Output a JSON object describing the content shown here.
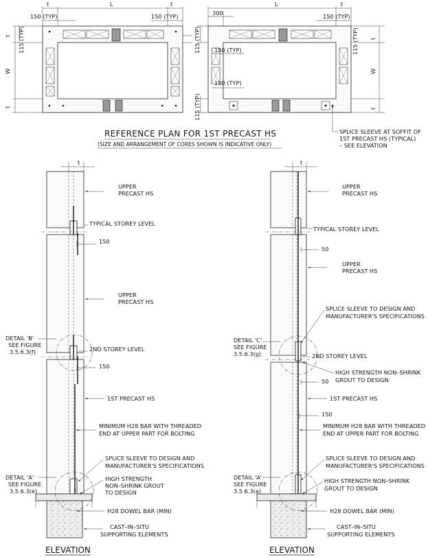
{
  "plan": {
    "title": "REFERENCE PLAN FOR 1ST PRECAST HS",
    "subtitle": "(SIZE AND ARRANGEMENT OF CORES SHOWN IS INDICATIVE ONLY)",
    "left": {
      "dim_t_top": "t",
      "dim_L": "L",
      "dim_150_typ_left": "150 (TYP)",
      "dim_150_typ_right": "150 (TYP)",
      "dim_t_right": "t",
      "dim_115_typ": "115 (TYP)",
      "dim_t_left": "t",
      "dim_W": "W",
      "dim_t_bottom": "t"
    },
    "right": {
      "dim_300": "300",
      "dim_L": "L",
      "dim_t_top": "t",
      "dim_150_typ_top": "150 (TYP)",
      "dim_115_typ_left": "115 (TYP)",
      "dim_115_typ_right": "115 (TYP)",
      "dim_150_typ_mid": "150 (TYP)",
      "dim_150_typ_low": "150 (TYP)",
      "dim_W": "W",
      "dim_t_right": "t",
      "dim_115_typ_bottom": "115 (TYP)",
      "dim_t_bottom": "t",
      "note_splice": [
        "SPLICE SLEEVE AT SOFFIT OF",
        "1ST PRECAST HS (TYPICAL)",
        "– SEE ELEVATION"
      ]
    }
  },
  "elev_left": {
    "dim_t": "t",
    "upper_precast_1": [
      "UPPER",
      "PRECAST HS"
    ],
    "typical_storey": "TYPICAL STOREY LEVEL",
    "dim_150_a": "150",
    "upper_precast_2": [
      "UPPER",
      "PRECAST HS"
    ],
    "detail_b": [
      "DETAIL 'B'",
      "SEE FIGURE",
      "3.5.6.3(f)"
    ],
    "second_storey": "2ND STOREY LEVEL",
    "dim_150_b": "150",
    "first_precast": "1ST PRECAST HS",
    "min_bar": [
      "MINIMUM H28 BAR WITH THREADED",
      "END AT UPPER PART FOR BOLTING"
    ],
    "splice_sleeve": [
      "SPLICE SLEEVE TO DESIGN AND",
      "MANUFACTURER'S SPECIFICATIONS"
    ],
    "detail_a": [
      "DETAIL 'A'",
      "SEE FIGURE",
      "3.5.6.3(e)"
    ],
    "grout": [
      "HIGH STRENGTH",
      "NON–SHRINK GROUT",
      "TO DESIGN"
    ],
    "dowel": "H28 DOWEL BAR (MIN)",
    "cast_in_situ": [
      "CAST–IN–SITU",
      "SUPPORTING ELEMENTS"
    ],
    "label": "ELEVATION"
  },
  "elev_right": {
    "dim_t": "t",
    "upper_precast_1": [
      "UPPER",
      "PRECAST HS"
    ],
    "typical_storey": "TYPICAL STOREY LEVEL",
    "dim_50_a": "50",
    "upper_precast_2": [
      "UPPER",
      "PRECAST HS"
    ],
    "splice_sleeve_top": [
      "SPLICE SLEEVE TO DESIGN AND",
      "MANUFACTURER'S SPECIFICATIONS"
    ],
    "detail_c": [
      "DETAIL 'C'",
      "SEE FIGURE",
      "3.5.6.3(g)"
    ],
    "second_storey": "2ND STOREY LEVEL",
    "grout_top": [
      "HIGH STRENGTH NON–SHRINK",
      "GROUT TO DESIGN"
    ],
    "dim_50_b": "50",
    "first_precast": "1ST PRECAST HS",
    "dim_150": "150",
    "min_bar": [
      "MINIMUM H28 BAR WITH THREADED",
      "END AT UPPER PART FOR BOLTING"
    ],
    "splice_sleeve": [
      "SPLICE SLEEVE TO DESIGN AND",
      "MANUFACTURER'S SPECIFICATIONS"
    ],
    "detail_a": [
      "DETAIL 'A'",
      "SEE FIGURE",
      "3.5.6.3(e)"
    ],
    "grout": [
      "HIGH STRENGTH NON–SHRINK",
      "GROUT TO DESIGN"
    ],
    "dowel": "H28 DOWEL BAR (MIN)",
    "cast_in_situ": [
      "CAST–IN–SITU",
      "SUPPORTING ELEMENTS"
    ],
    "label": "ELEVATION"
  }
}
